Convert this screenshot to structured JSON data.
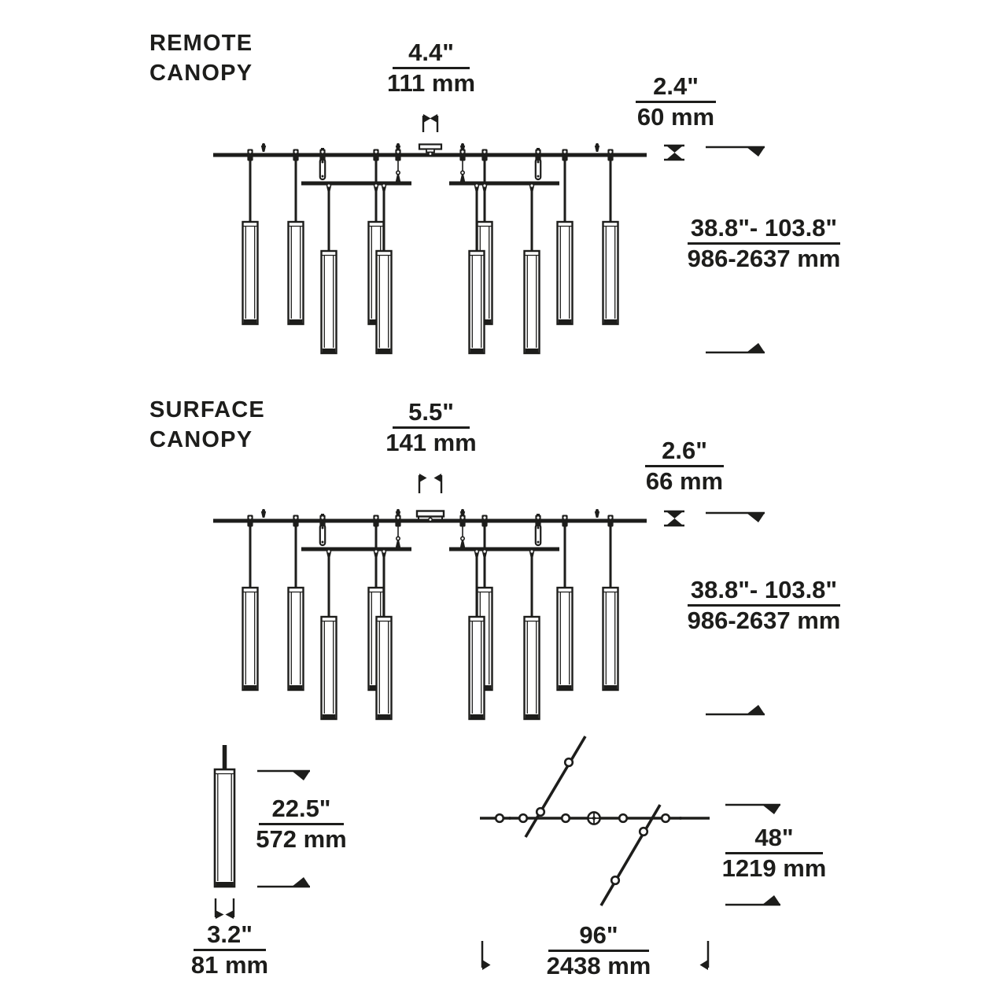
{
  "page": {
    "background": "#ffffff",
    "ink": "#1d1d1b"
  },
  "sections": {
    "remote": {
      "title_line1": "REMOTE",
      "title_line2": "CANOPY",
      "canopy_width": {
        "inches": "4.4\"",
        "mm": "111 mm"
      },
      "rail_height": {
        "inches": "2.4\"",
        "mm": "60 mm"
      },
      "drop_range": {
        "inches": "38.8\"- 103.8\"",
        "mm": "986-2637 mm"
      }
    },
    "surface": {
      "title_line1": "SURFACE",
      "title_line2": "CANOPY",
      "canopy_width": {
        "inches": "5.5\"",
        "mm": "141 mm"
      },
      "rail_height": {
        "inches": "2.6\"",
        "mm": "66 mm"
      },
      "drop_range": {
        "inches": "38.8\"- 103.8\"",
        "mm": "986-2637 mm"
      }
    },
    "pendant_detail": {
      "length": {
        "inches": "22.5\"",
        "mm": "572 mm"
      },
      "width": {
        "inches": "3.2\"",
        "mm": "81 mm"
      }
    },
    "plan_view": {
      "depth": {
        "inches": "48\"",
        "mm": "1219 mm"
      },
      "length": {
        "inches": "96\"",
        "mm": "2438 mm"
      }
    }
  }
}
